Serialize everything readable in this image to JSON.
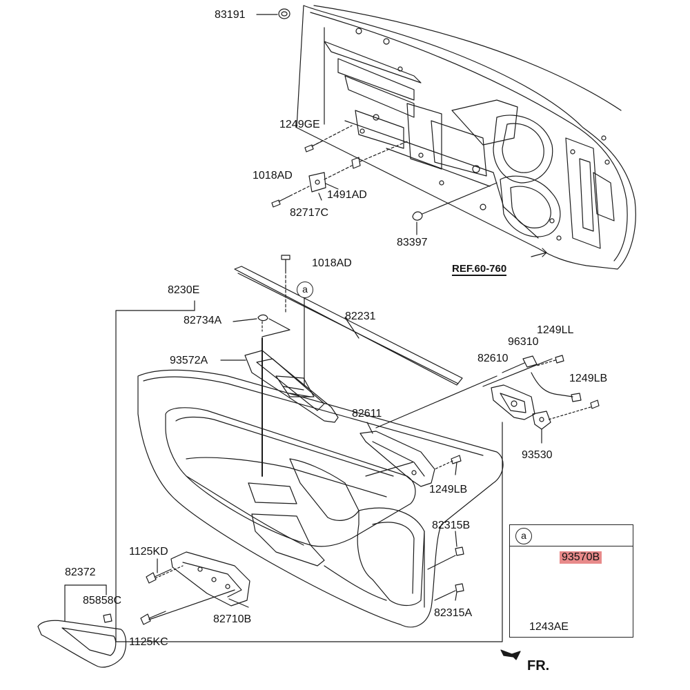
{
  "parts": {
    "p83191": "83191",
    "p1249GE": "1249GE",
    "p1018AD_top": "1018AD",
    "p1491AD": "1491AD",
    "p82717C": "82717C",
    "p83397": "83397",
    "ref": "REF.60-760",
    "p1018AD_mid": "1018AD",
    "p8230E": "8230E",
    "p82734A": "82734A",
    "p82231": "82231",
    "p93572A": "93572A",
    "p1249LL": "1249LL",
    "p96310": "96310",
    "p82610": "82610",
    "p1249LB_right": "1249LB",
    "p82611": "82611",
    "p93530": "93530",
    "p1249LB_mid": "1249LB",
    "p82315B": "82315B",
    "p82315A": "82315A",
    "p1125KD": "1125KD",
    "p82372": "82372",
    "p85858C": "85858C",
    "p82710B": "82710B",
    "p1125KC": "1125KC",
    "p93570B": "93570B",
    "p1243AE": "1243AE",
    "fr": "FR."
  },
  "callouts": {
    "a_main": "a",
    "a_detail": "a"
  },
  "colors": {
    "line": "#1a1a1a",
    "highlight": "#e88a8a",
    "fill": "#ffffff"
  }
}
